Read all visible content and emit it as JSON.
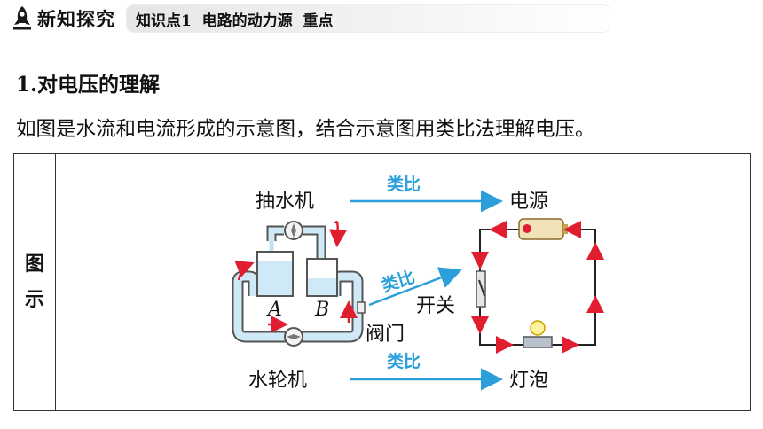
{
  "header": {
    "section_title": "新知探究",
    "tag_label": "知识点1  电路的动力源  重点"
  },
  "main": {
    "heading": "1.对电压的理解",
    "intro": "如图是水流和电流形成的示意图，结合示意图用类比法理解电压。"
  },
  "figure": {
    "row_label_chars": [
      "图",
      "示"
    ],
    "labels": {
      "pump": "抽水机",
      "power": "电源",
      "switch": "开关",
      "valve": "阀门",
      "turbine": "水轮机",
      "lamp": "灯泡",
      "tank_a": "A",
      "tank_b": "B"
    },
    "analogy_text": "类比"
  },
  "colors": {
    "water": "#cfe9f6",
    "pipe_outline": "#555555",
    "arrow_blue": "#2a9fd9",
    "wire_red": "#e01e2f"
  }
}
